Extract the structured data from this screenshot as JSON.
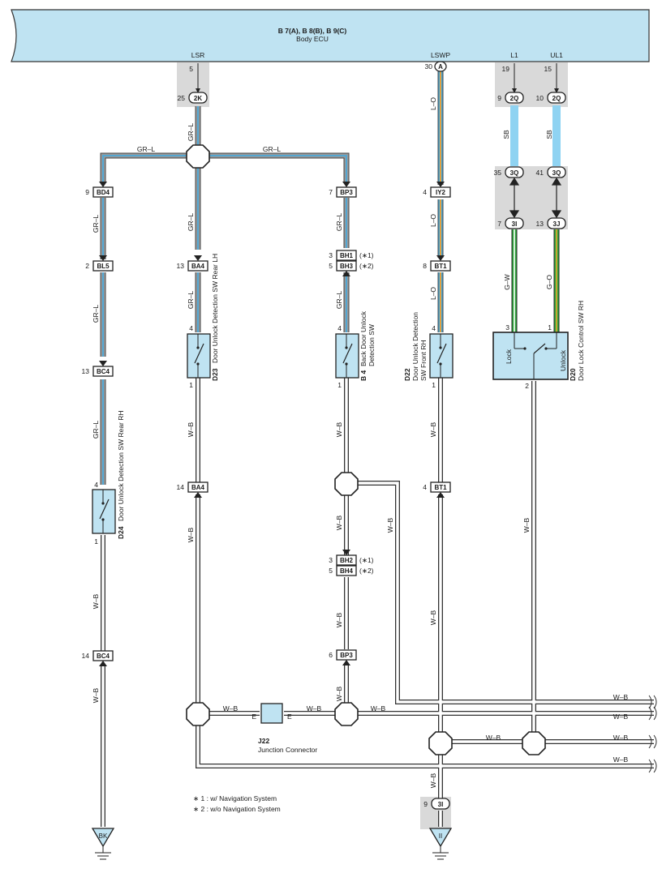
{
  "ecu": {
    "title": "B 7(A), B 8(B), B 9(C)",
    "subtitle": "Body ECU"
  },
  "terminals": {
    "lsr": "LSR",
    "lswp": "LSWP",
    "l1": "L1",
    "ul1": "UL1"
  },
  "ecu_pins": {
    "lsr": "5",
    "lswp": "30",
    "lswp_conn": "A",
    "l1": "19",
    "ul1": "15"
  },
  "wires": {
    "grl": "GR–L",
    "lo": "L–O",
    "sb": "SB",
    "gw": "G–W",
    "go": "G–O",
    "wb": "W–B"
  },
  "connectors": {
    "k2": {
      "id": "2K",
      "pin": "25"
    },
    "q2a": {
      "id": "2Q",
      "pin": "9"
    },
    "q2b": {
      "id": "2Q",
      "pin": "10"
    },
    "q3a": {
      "id": "3Q",
      "pin": "35"
    },
    "q3b": {
      "id": "3Q",
      "pin": "41"
    },
    "i3": {
      "id": "3I",
      "pin": "7"
    },
    "j3": {
      "id": "3J",
      "pin": "13"
    },
    "bd4": {
      "id": "BD4",
      "pin": "9"
    },
    "bl5": {
      "id": "BL5",
      "pin": "2"
    },
    "bc4a": {
      "id": "BC4",
      "pin": "13"
    },
    "bc4b": {
      "id": "BC4",
      "pin": "14"
    },
    "ba4a": {
      "id": "BA4",
      "pin": "13"
    },
    "ba4b": {
      "id": "BA4",
      "pin": "14"
    },
    "bp3a": {
      "id": "BP3",
      "pin": "7"
    },
    "bh1": {
      "id": "BH1",
      "pin": "3",
      "note": "(∗1)"
    },
    "bh3": {
      "id": "BH3",
      "pin": "5",
      "note": "(∗2)"
    },
    "bh2": {
      "id": "BH2",
      "pin": "3",
      "note": "(∗1)"
    },
    "bh4": {
      "id": "BH4",
      "pin": "5",
      "note": "(∗2)"
    },
    "bp3b": {
      "id": "BP3",
      "pin": "6"
    },
    "iy2": {
      "id": "IY2",
      "pin": "4"
    },
    "bt1a": {
      "id": "BT1",
      "pin": "8"
    },
    "bt1b": {
      "id": "BT1",
      "pin": "4"
    },
    "i3g": {
      "id": "3I",
      "pin": "9"
    }
  },
  "switches": {
    "d24": {
      "code": "D24",
      "name": "Door Unlock Detection SW Rear RH",
      "pin_top": "4",
      "pin_bot": "1"
    },
    "d23": {
      "code": "D23",
      "name": "Door Unlock Detection SW Rear LH",
      "pin_top": "4",
      "pin_bot": "1"
    },
    "b4": {
      "code": "B 4",
      "name1": "Back Door Unlock",
      "name2": "Detection SW",
      "pin_top": "4",
      "pin_bot": "1"
    },
    "d22": {
      "code": "D22",
      "name1": "Door Unlock Detection",
      "name2": "SW Front RH",
      "pin_top": "4",
      "pin_bot": "1"
    },
    "d20": {
      "code": "D20",
      "name": "Door Lock Control SW RH",
      "lock": "Lock",
      "unlock": "Unlock",
      "pin_l": "3",
      "pin_r": "1",
      "pin_b": "2"
    }
  },
  "junction": {
    "code": "J22",
    "name": "Junction Connector",
    "e": "E"
  },
  "grounds": {
    "bk": "BK",
    "ii": "II"
  },
  "notes": {
    "n1": "∗ 1 : w/ Navigation System",
    "n2": "∗ 2 : w/o Navigation System"
  },
  "colors": {
    "ecu_fill": "#bfe3f2",
    "sb": "#8fd3f2",
    "grey": "#9a9a9a",
    "orange": "#f0a030",
    "green": "#2faa3c",
    "shade": "#d9d9d9"
  }
}
